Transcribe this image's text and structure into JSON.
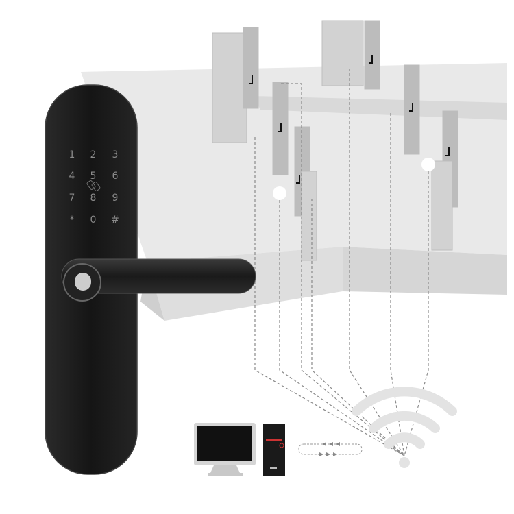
{
  "product": "smart-door-lock",
  "keypad": {
    "keys": [
      "1",
      "2",
      "3",
      "4",
      "5",
      "6",
      "7",
      "8",
      "9",
      "*",
      "0",
      "#"
    ]
  },
  "colors": {
    "lock_body": "#1c1c1c",
    "building": "#e6e6e6",
    "partition": "#cfcfcf",
    "wifi": "#e4e4e4",
    "dash": "#8a8a8a"
  }
}
